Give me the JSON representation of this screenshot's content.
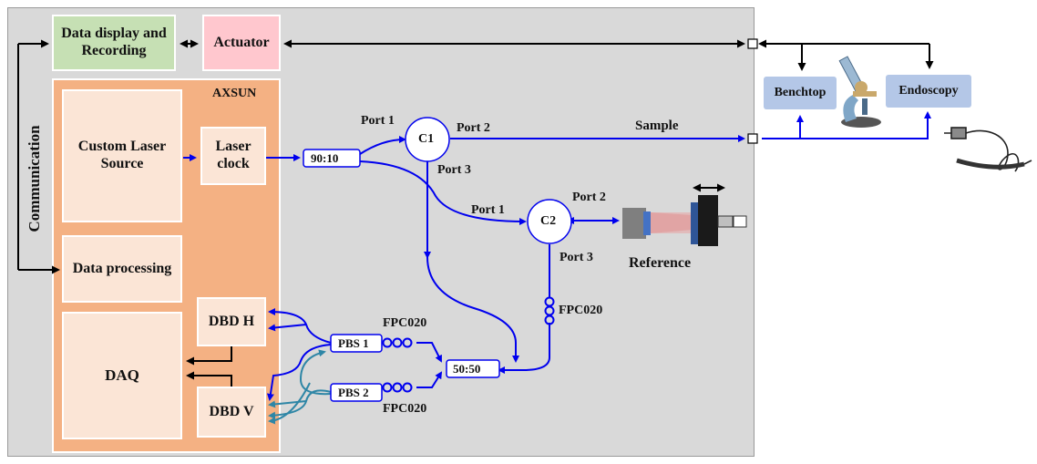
{
  "modules": {
    "data_display": "Data display and Recording",
    "actuator": "Actuator",
    "axsun_title": "AXSUN",
    "laser_source": "Custom Laser Source",
    "laser_clock": "Laser clock",
    "data_processing": "Data processing",
    "daq": "DAQ",
    "dbd_h": "DBD H",
    "dbd_v": "DBD V",
    "communication": "Communication"
  },
  "optics": {
    "coupler_90_10": "90:10",
    "coupler_50_50": "50:50",
    "pbs1": "PBS 1",
    "pbs2": "PBS 2",
    "c1": "C1",
    "c2": "C2",
    "fpc_top": "FPC020",
    "fpc_bottom": "FPC020",
    "fpc_right": "FPC020"
  },
  "ports": {
    "c1_port1": "Port 1",
    "c1_port2": "Port 2",
    "c1_port3": "Port 3",
    "c2_port1": "Port 1",
    "c2_port2": "Port 2",
    "c2_port3": "Port 3"
  },
  "arms": {
    "sample": "Sample",
    "reference": "Reference",
    "benchtop": "Benchtop",
    "endoscopy": "Endoscopy"
  },
  "colors": {
    "panel": "#d9d9d9",
    "axsun": "#f4b183",
    "axsun_inner": "#fbe5d6",
    "display_green": "#c6e0b4",
    "actuator_pink": "#ffc7ce",
    "fiber_blue": "#0000ee",
    "fiber_teal": "#2e86a6",
    "probe_box": "#b4c7e7"
  }
}
